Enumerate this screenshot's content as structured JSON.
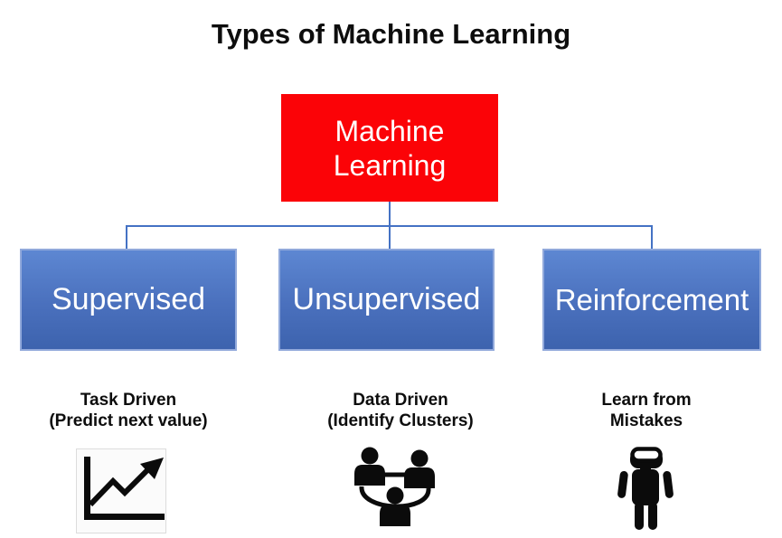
{
  "title": "Types of Machine Learning",
  "root_node": {
    "label": "Machine Learning",
    "fill_color": "#FB0307",
    "text_color": "#FFFFFF"
  },
  "branches": [
    {
      "label": "Supervised",
      "description_line1": "Task Driven",
      "description_line2": "(Predict next value)",
      "icon": "trend-chart-icon"
    },
    {
      "label": "Unsupervised",
      "description_line1": "Data Driven",
      "description_line2": "(Identify Clusters)",
      "icon": "people-cluster-icon"
    },
    {
      "label": "Reinforcement",
      "description_line1": "Learn from",
      "description_line2": "Mistakes",
      "icon": "robot-icon"
    }
  ],
  "colors": {
    "background": "#FFFFFF",
    "root_fill": "#FB0307",
    "branch_fill_top": "#5D87D2",
    "branch_fill_bottom": "#3D63AE",
    "branch_border": "#91A9DB",
    "connector_line": "#4472C4",
    "icon_color": "#000000",
    "title_text": "#0D0D0D"
  }
}
